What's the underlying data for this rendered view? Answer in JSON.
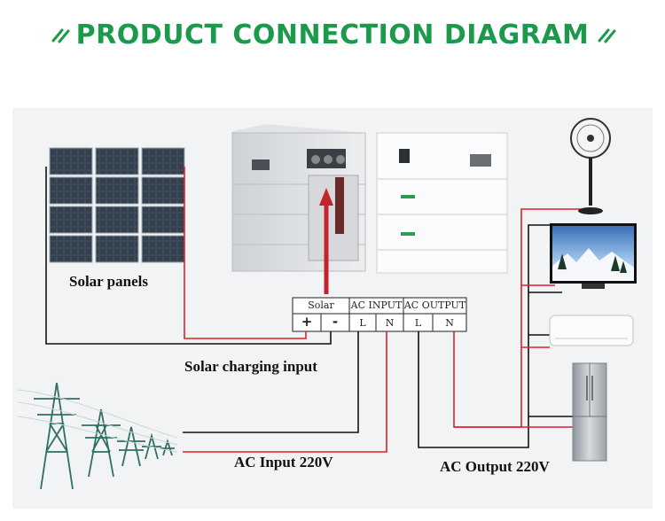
{
  "title": "PRODUCT CONNECTION DIAGRAM",
  "labels": {
    "solar_panels": "Solar panels",
    "solar_charging_input": "Solar charging input",
    "ac_input": "AC Input 220V",
    "ac_output": "AC Output 220V"
  },
  "terminal_block": {
    "solar_header": "Solar",
    "ac_input_header": "AC INPUT",
    "ac_output_header": "AC OUTPUT",
    "solar_plus": "+",
    "solar_minus": "-",
    "ac_in_l": "L",
    "ac_in_n": "N",
    "ac_out_l": "L",
    "ac_out_n": "N"
  },
  "colors": {
    "accent": "#1a9a4a",
    "positive_wire": "#e0202a",
    "neutral_wire": "#111111"
  },
  "icons": {
    "title_left": "double-slash-icon",
    "title_right": "double-slash-icon",
    "devices": [
      "fan-icon",
      "tv-icon",
      "air-conditioner-icon",
      "refrigerator-icon"
    ]
  }
}
